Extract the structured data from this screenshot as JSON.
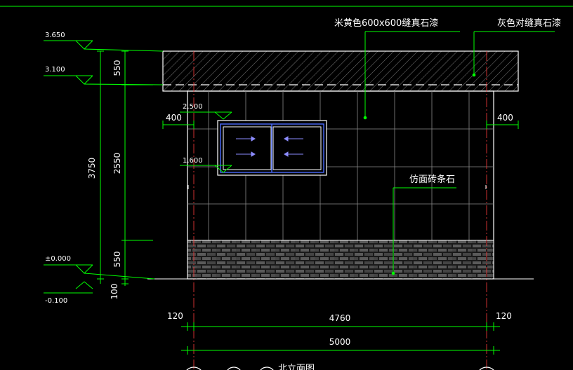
{
  "drawing": {
    "annotations": {
      "top_coating": "米黄色600x600缝真石漆",
      "cornice_coating": "灰色对缝真石漆",
      "base_stone": "仿面砖条石"
    },
    "levels": {
      "roof_top": "3.650",
      "roof_bottom": "3.100",
      "window_top": "2.500",
      "window_sill": "1.600",
      "ground": "±0.000",
      "outdoor": "-0.100"
    },
    "vertical_dims": {
      "cornice": "550",
      "wall": "2550",
      "base": "550",
      "total": "3750",
      "outdoor_drop": "100"
    },
    "horizontal_dims": {
      "left_offset": "400",
      "right_offset": "400",
      "left_edge": "120",
      "right_edge": "120",
      "inner": "4760",
      "overall": "5000"
    },
    "title": "北立面图",
    "colors": {
      "background": "#000000",
      "outline": "#ffffff",
      "dimension": "#00ff00",
      "grid_line": "#8a8a8a",
      "axis": "#ff3b3b",
      "window_frame": "#4b6bff",
      "arrow": "#8c8cff"
    }
  }
}
